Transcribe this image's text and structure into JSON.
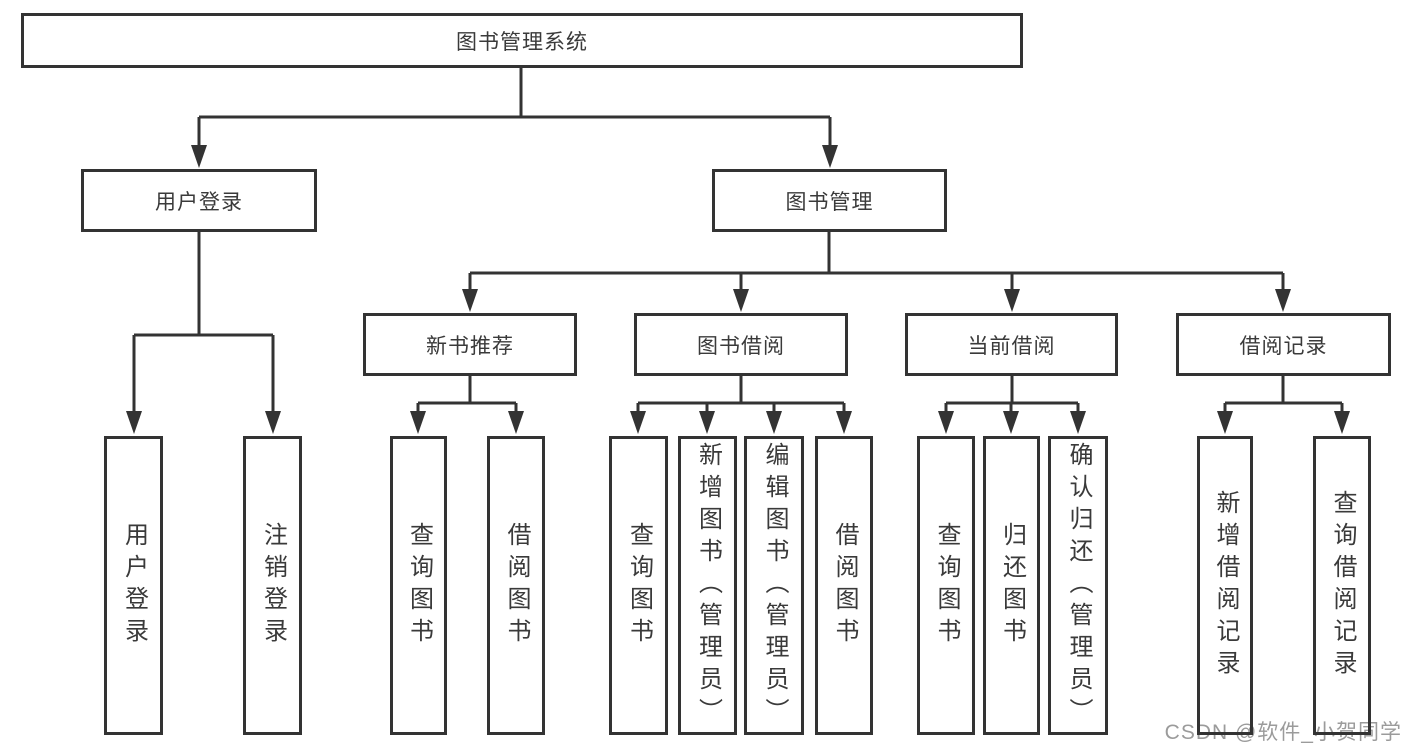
{
  "diagram": {
    "title": "图书管理系统",
    "root": {
      "label": "图书管理系统"
    },
    "level2": [
      {
        "label": "用户登录"
      },
      {
        "label": "图书管理"
      }
    ],
    "level3": [
      {
        "label": "新书推荐"
      },
      {
        "label": "图书借阅"
      },
      {
        "label": "当前借阅"
      },
      {
        "label": "借阅记录"
      }
    ],
    "leaves": {
      "user_login": [
        "用户登录",
        "注销登录"
      ],
      "new_book_recommend": [
        "查询图书",
        "借阅图书"
      ],
      "book_borrow": [
        "查询图书",
        "新增图书（管理员）",
        "编辑图书（管理员）",
        "借阅图书"
      ],
      "current_borrow": [
        "查询图书",
        "归还图书",
        "确认归还（管理员）"
      ],
      "borrow_records": [
        "新增借阅记录",
        "查询借阅记录"
      ]
    },
    "colors": {
      "line": "#333333",
      "border": "#333333",
      "text": "#3a3a3a",
      "background": "#ffffff",
      "watermark": "#9b9b9b"
    },
    "watermark": "CSDN @软件_小贺同学"
  }
}
